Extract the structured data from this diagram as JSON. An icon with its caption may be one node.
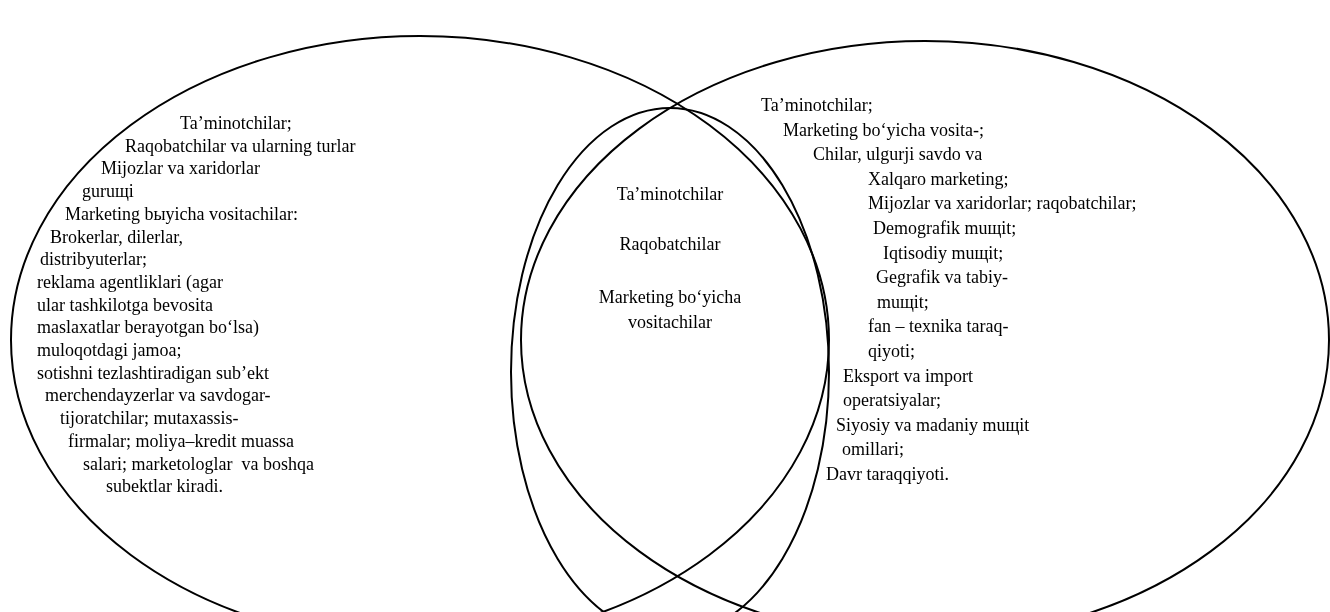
{
  "diagram": {
    "nodes": [
      {
        "text": [
          "Ta’minotchilar;",
          "Raqobatchilar va ularning turlar",
          "Mijozlar va xaridorlar",
          "guruщi",
          "Marketing bыyicha vositachilar:",
          "Brokerlar, dilerlar,",
          "distribyuterlar;",
          "reklama agentliklari (agar",
          "ular tashkilotga bevosita",
          "maslaxatlar berayotgan bo‘lsa)",
          "muloqotdagi jamoa;",
          "sotishni tezlashtiradigan sub’ekt",
          "merchendayzerlar va savdogar-",
          "tijoratchilar; mutaxassis-",
          "firmalar; moliya–kredit muassa",
          "salari; marketologlar  va boshqa",
          "subektlar kiradi."
        ]
      },
      {
        "text": [
          "Ta’minotchilar",
          "Raqobatchilar",
          "Marketing bo‘yicha vositachilar"
        ]
      },
      {
        "text": [
          "Ta’minotchilar;",
          "Marketing bo‘yicha vosita-;",
          "Chilar, ulgurji savdo va",
          "Xalqaro marketing;",
          "Mijozlar va xaridorlar; raqobatchilar;",
          "Demografik muщit;",
          "Iqtisodiy muщit;",
          "Gegrafik va tabiy-",
          "muщit;",
          "fan – texnika taraq-",
          "qiyoti;",
          "Eksport va import",
          "operatsiyalar;",
          "Siyosiy va madaniy muщit",
          "omillari;",
          "Davr taraqqiyoti."
        ]
      }
    ]
  }
}
